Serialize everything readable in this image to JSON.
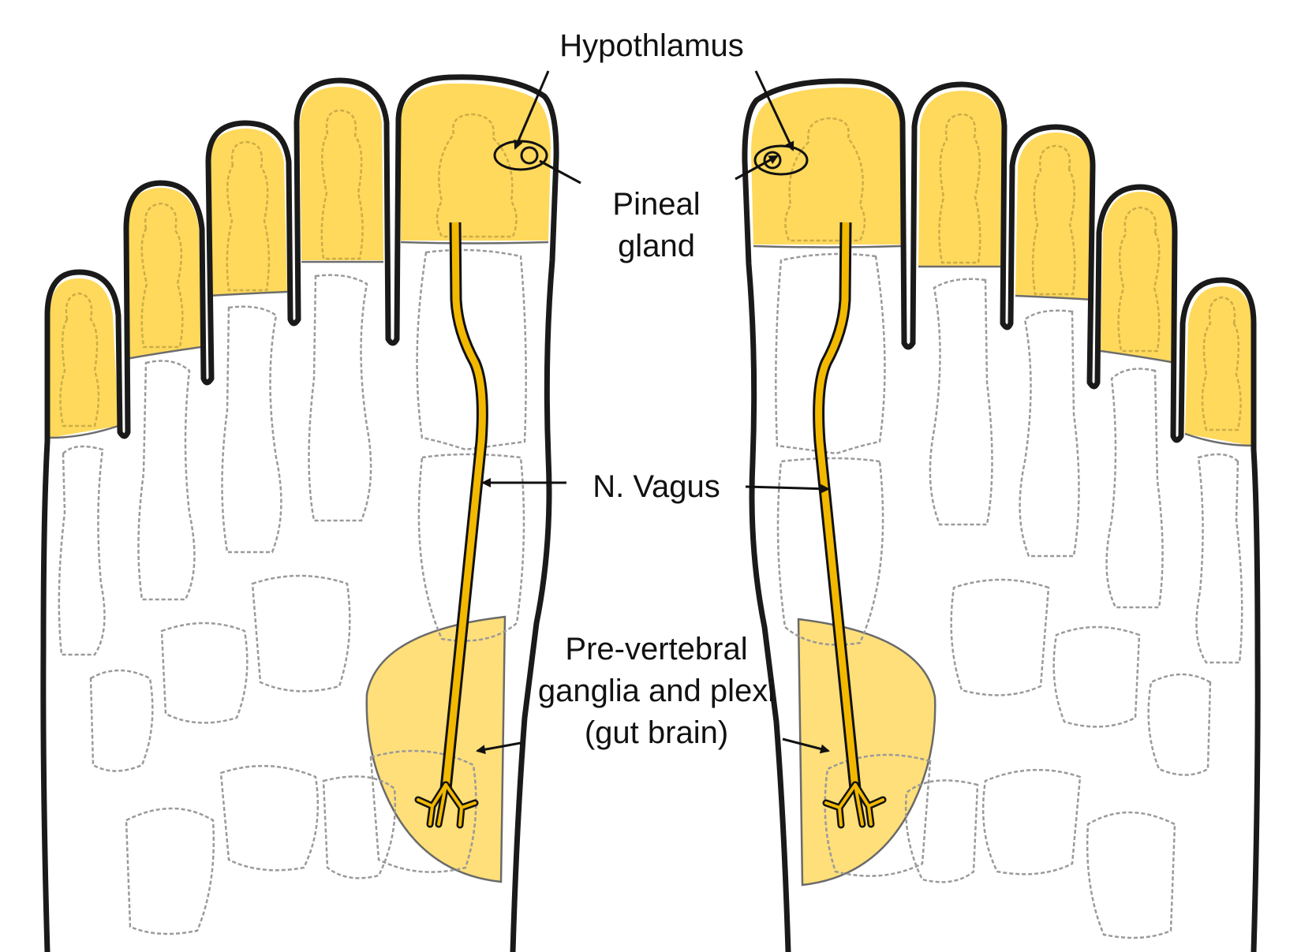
{
  "labels": {
    "hypothalamus": "Hypothlamus",
    "pineal_line1": "Pineal",
    "pineal_line2": "gland",
    "vagus": "N. Vagus",
    "prevertebral_line1": "Pre-vertebral",
    "prevertebral_line2": "ganglia and plexi",
    "prevertebral_line3": "(gut brain)"
  },
  "colors": {
    "highlight": "#FFD95C",
    "nerve": "#F2B900",
    "outline": "#1a1a1a"
  },
  "feet": [
    "left-foot",
    "right-foot"
  ]
}
